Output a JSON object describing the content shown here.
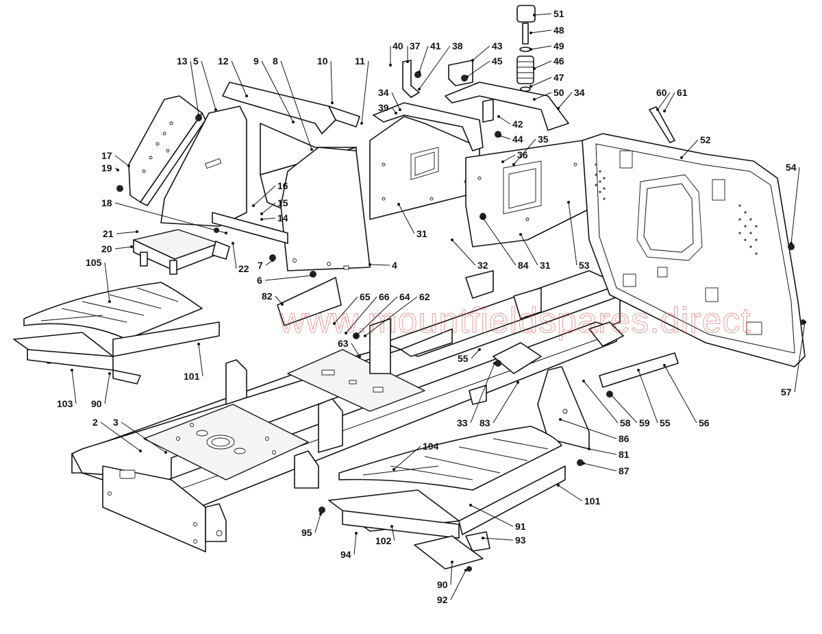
{
  "watermark": "www.mountfieldspares.direct",
  "callouts": [
    {
      "id": "c51",
      "label": "51"
    },
    {
      "id": "c48",
      "label": "48"
    },
    {
      "id": "c49",
      "label": "49"
    },
    {
      "id": "c46",
      "label": "46"
    },
    {
      "id": "c47",
      "label": "47"
    },
    {
      "id": "c50",
      "label": "50"
    },
    {
      "id": "c34a",
      "label": "34"
    },
    {
      "id": "c60",
      "label": "60"
    },
    {
      "id": "c61",
      "label": "61"
    },
    {
      "id": "c40",
      "label": "40"
    },
    {
      "id": "c37",
      "label": "37"
    },
    {
      "id": "c41",
      "label": "41"
    },
    {
      "id": "c38",
      "label": "38"
    },
    {
      "id": "c43",
      "label": "43"
    },
    {
      "id": "c45",
      "label": "45"
    },
    {
      "id": "c13",
      "label": "13"
    },
    {
      "id": "c5",
      "label": "5"
    },
    {
      "id": "c12",
      "label": "12"
    },
    {
      "id": "c9",
      "label": "9"
    },
    {
      "id": "c8",
      "label": "8"
    },
    {
      "id": "c10",
      "label": "10"
    },
    {
      "id": "c11",
      "label": "11"
    },
    {
      "id": "c34b",
      "label": "34"
    },
    {
      "id": "c39",
      "label": "39"
    },
    {
      "id": "c42",
      "label": "42"
    },
    {
      "id": "c44",
      "label": "44"
    },
    {
      "id": "c35",
      "label": "35"
    },
    {
      "id": "c36",
      "label": "36"
    },
    {
      "id": "c52",
      "label": "52"
    },
    {
      "id": "c17",
      "label": "17"
    },
    {
      "id": "c19",
      "label": "19"
    },
    {
      "id": "c16",
      "label": "16"
    },
    {
      "id": "c15",
      "label": "15"
    },
    {
      "id": "c14",
      "label": "14"
    },
    {
      "id": "c18",
      "label": "18"
    },
    {
      "id": "c54",
      "label": "54"
    },
    {
      "id": "c21",
      "label": "21"
    },
    {
      "id": "c20",
      "label": "20"
    },
    {
      "id": "c22",
      "label": "22"
    },
    {
      "id": "c7",
      "label": "7"
    },
    {
      "id": "c4",
      "label": "4"
    },
    {
      "id": "c31a",
      "label": "31"
    },
    {
      "id": "c32",
      "label": "32"
    },
    {
      "id": "c84",
      "label": "84"
    },
    {
      "id": "c31b",
      "label": "31"
    },
    {
      "id": "c53",
      "label": "53"
    },
    {
      "id": "c105",
      "label": "105"
    },
    {
      "id": "c6",
      "label": "6"
    },
    {
      "id": "c82",
      "label": "82"
    },
    {
      "id": "c65",
      "label": "65"
    },
    {
      "id": "c66",
      "label": "66"
    },
    {
      "id": "c64",
      "label": "64"
    },
    {
      "id": "c62",
      "label": "62"
    },
    {
      "id": "c63",
      "label": "63"
    },
    {
      "id": "c55a",
      "label": "55"
    },
    {
      "id": "c101a",
      "label": "101"
    },
    {
      "id": "c103",
      "label": "103"
    },
    {
      "id": "c90a",
      "label": "90"
    },
    {
      "id": "c57",
      "label": "57"
    },
    {
      "id": "c58",
      "label": "58"
    },
    {
      "id": "c59",
      "label": "59"
    },
    {
      "id": "c55b",
      "label": "55"
    },
    {
      "id": "c56",
      "label": "56"
    },
    {
      "id": "c2",
      "label": "2"
    },
    {
      "id": "c3",
      "label": "3"
    },
    {
      "id": "c33",
      "label": "33"
    },
    {
      "id": "c83",
      "label": "83"
    },
    {
      "id": "c86",
      "label": "86"
    },
    {
      "id": "c104",
      "label": "104"
    },
    {
      "id": "c81",
      "label": "81"
    },
    {
      "id": "c87",
      "label": "87"
    },
    {
      "id": "c101b",
      "label": "101"
    },
    {
      "id": "c91",
      "label": "91"
    },
    {
      "id": "c95",
      "label": "95"
    },
    {
      "id": "c93",
      "label": "93"
    },
    {
      "id": "c94",
      "label": "94"
    },
    {
      "id": "c102",
      "label": "102"
    },
    {
      "id": "c90b",
      "label": "90"
    },
    {
      "id": "c92",
      "label": "92"
    }
  ]
}
